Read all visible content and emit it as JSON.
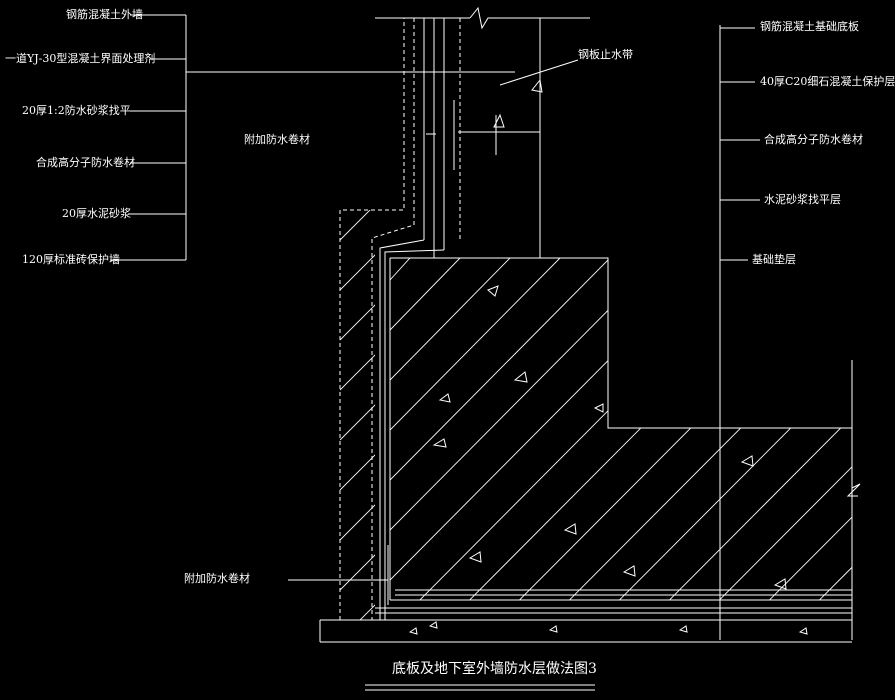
{
  "left_labels": [
    "钢筋混凝土外墙",
    "一道YJ-30型混凝土界面处理剂",
    "20厚1:2防水砂浆找平",
    "合成高分子防水卷材",
    "20厚水泥砂浆",
    "120厚标准砖保护墙"
  ],
  "right_labels": [
    "钢筋混凝土基础底板",
    "40厚C20细石混凝土保护层",
    "合成高分子防水卷材",
    "水泥砂浆找平层",
    "基础垫层"
  ],
  "callouts": {
    "waterstop": "钢板止水带",
    "extra_membrane_upper": "附加防水卷材",
    "extra_membrane_lower": "附加防水卷材"
  },
  "title": "底板及地下室外墙防水层做法图3",
  "colors": {
    "background": "#000000",
    "line": "#ffffff"
  }
}
